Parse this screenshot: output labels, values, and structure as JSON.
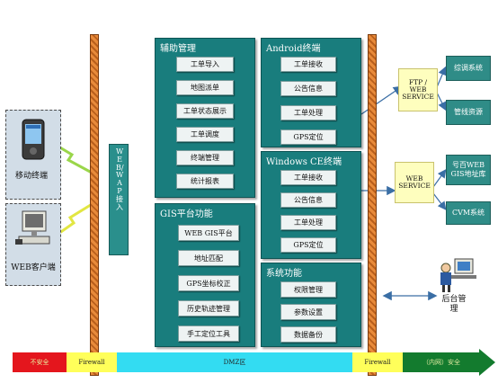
{
  "mobile_terminal": "移动终端",
  "web_client": "WEB客户端",
  "gateway": "WEB/WAP接入",
  "aux": {
    "title": "辅助管理",
    "items": [
      "工单导入",
      "地图派单",
      "工单状态展示",
      "工单调度",
      "终端管理",
      "统计报表"
    ]
  },
  "gis": {
    "title": "GIS平台功能",
    "items": [
      "WEB GIS平台",
      "地址匹配",
      "GPS坐标校正",
      "历史轨迹管理",
      "手工定位工具"
    ]
  },
  "android": {
    "title": "Android终端",
    "items": [
      "工单接收",
      "公告信息",
      "工单处理",
      "GPS定位"
    ]
  },
  "wince": {
    "title": "Windows CE终端",
    "items": [
      "工单接收",
      "公告信息",
      "工单处理",
      "GPS定位"
    ]
  },
  "system": {
    "title": "系统功能",
    "items": [
      "权限管理",
      "参数设置",
      "数据备份"
    ]
  },
  "ftp_service": "FTP / WEB SERVICE",
  "web_service": "WEB SERVICE",
  "external_top": [
    "综调系统",
    "管线资源"
  ],
  "external_mid": [
    "号百WEB GIS地址库",
    "CVM系统"
  ],
  "backend": "后台管理",
  "zones": {
    "unsafe": "不安全",
    "firewall_left": "Firewall",
    "dmz": "DMZ区",
    "firewall_right": "Firewall",
    "internal": "（内网）安全"
  },
  "colors": {
    "panel": "#197d7d",
    "pillar": "#e88a3a",
    "service_box": "#fefebe",
    "external_box": "#2f8c87",
    "zone_unsafe": "#e4161d",
    "zone_firewall": "#ffff5a",
    "zone_dmz": "#33dcf2",
    "zone_internal": "#137b2e"
  }
}
